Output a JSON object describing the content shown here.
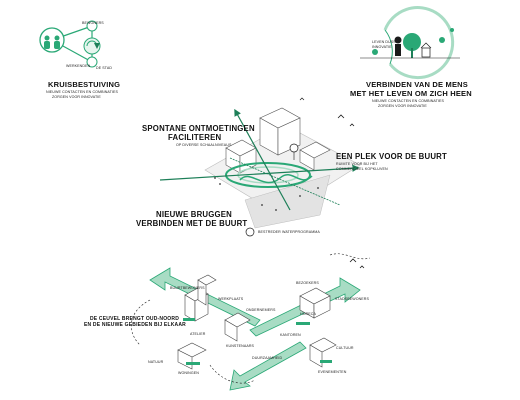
{
  "panel_top_left": {
    "node_labels": [
      "BEWONERS",
      "WERKENDEN",
      "DE STAD"
    ],
    "title": "KRUISBESTUIVING",
    "subtitle_lines": [
      "NIEUWE CONTACTEN EN COMBINATIES",
      "ZORGEN VOOR INNOVATIE"
    ]
  },
  "panel_top_right": {
    "tag_lines": [
      "LEVEN DUSSE",
      "INNOVATIE"
    ],
    "title_lines": [
      "VERBINDEN VAN DE MENS",
      "MET HET LEVEN OM ZICH HEEN"
    ],
    "subtitle_lines": [
      "NIEUWE CONTACTEN EN COMBINATIES",
      "ZORGEN VOOR INNOVATIE"
    ]
  },
  "panel_middle": {
    "label_left_top": {
      "title_lines": [
        "SPONTANE ONTMOETINGEN",
        "FACILITEREN"
      ],
      "sub": "OP DIVERSE SCHAALNIVEAUS"
    },
    "label_right": {
      "title": "EEN PLEK VOOR DE BUURT",
      "sub_lines": [
        "RUIMTE VOOR BIJ HET",
        "COMMERCIEEL KOPKLUVEN"
      ]
    },
    "label_left_bottom": {
      "title_lines": [
        "NIEUWE BRUGGEN",
        "VERBINDEN MET DE BUURT"
      ]
    },
    "label_bottom": "BESTREDER WATERPROGRAMMA"
  },
  "panel_bottom": {
    "caption_lines": [
      "DE CEUVEL BRENGT OUD-NOORD",
      "EN DE NIEUWE GEBIEDEN BIJ ELKAAR"
    ],
    "tags": [
      "BUURTBEWONERS",
      "WERKPLAATS",
      "ONDERNEMERS",
      "BEZOEKERS",
      "STADSBEWONERS",
      "ATELIER",
      "KUNSTENAARS",
      "KANTOREN",
      "HORECA",
      "EVENEMENTEN",
      "WONINGEN",
      "NATUUR",
      "CULTUUR",
      "DUURZAAMHEID"
    ]
  },
  "colors": {
    "accent": "#2aa876",
    "accent_light": "#a8dcc4",
    "accent_dark": "#1d7f58",
    "ink": "#1a1a1a",
    "grey": "#9a9a9a"
  }
}
